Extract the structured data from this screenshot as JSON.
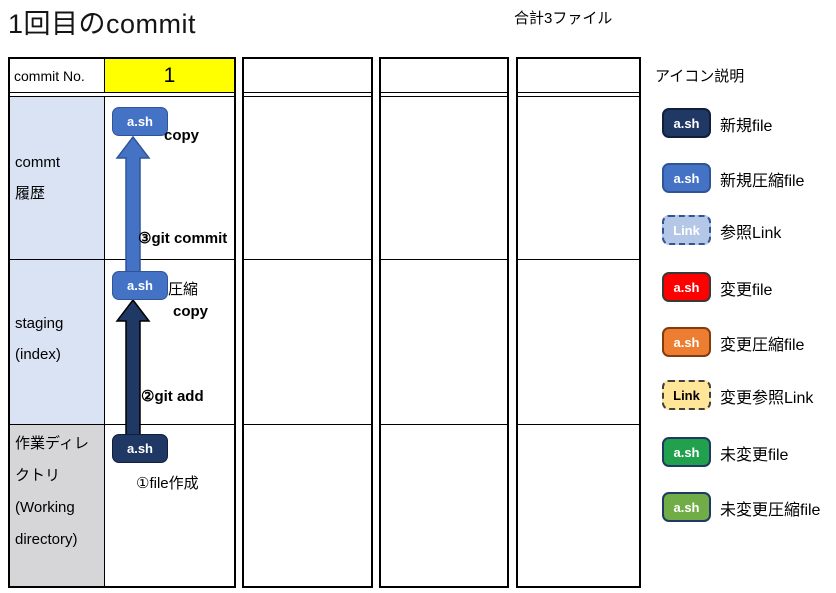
{
  "title": "1回目のcommit",
  "total_label": "合計3ファイル",
  "grid": {
    "header_label": "commit No.",
    "commit_number": "1",
    "row_labels": [
      {
        "lines": [
          "commt",
          "履歴"
        ]
      },
      {
        "lines": [
          "staging",
          "(index)"
        ]
      },
      {
        "lines": [
          "作業ディレ",
          "クトリ",
          "(Working",
          "directory)"
        ]
      }
    ],
    "empty_column_count": 3
  },
  "diagram": {
    "icons": {
      "commit": {
        "text": "a.sh",
        "fill": "#4472c4",
        "text_color": "#ffffff",
        "border": "1.5px solid #2f5597"
      },
      "staging": {
        "text": "a.sh",
        "fill": "#4472c4",
        "text_color": "#ffffff",
        "border": "1.5px solid #2f5597"
      },
      "working": {
        "text": "a.sh",
        "fill": "#1f3864",
        "text_color": "#ffffff",
        "border": "1.5px solid #101f3c"
      }
    },
    "annotations": {
      "copy_to_commit": "copy",
      "git_commit": "③git commit",
      "compress": "圧縮",
      "copy_to_staging": "copy",
      "git_add": "②git add",
      "file_create": "①file作成"
    },
    "arrows": {
      "git_add_color": "#1f3864",
      "git_commit_color": "#4472c4"
    }
  },
  "legend": {
    "title": "アイコン説明",
    "items": [
      {
        "icon_text": "a.sh",
        "label": "新規file",
        "fill": "#1f3864",
        "text_color": "#ffffff",
        "border": "2px solid #101f3c"
      },
      {
        "icon_text": "a.sh",
        "label": "新規圧縮file",
        "fill": "#4472c4",
        "text_color": "#ffffff",
        "border": "2px solid #2f5597"
      },
      {
        "icon_text": "Link",
        "label": "参照Link",
        "fill": "#b4c7e7",
        "text_color": "#ffffff",
        "border": "2px dashed #2f5597"
      },
      {
        "icon_text": "a.sh",
        "label": "変更file",
        "fill": "#ff0000",
        "text_color": "#ffffff",
        "border": "2px solid #3b3838"
      },
      {
        "icon_text": "a.sh",
        "label": "変更圧縮file",
        "fill": "#ed7d31",
        "text_color": "#ffffff",
        "border": "2px solid #843c0c"
      },
      {
        "icon_text": "Link",
        "label": "変更参照Link",
        "fill": "#ffe699",
        "text_color": "#000000",
        "border": "2px dashed #404040"
      },
      {
        "icon_text": "a.sh",
        "label": "未変更file",
        "fill": "#21a14d",
        "text_color": "#ffffff",
        "border": "2px solid #1f3864"
      },
      {
        "icon_text": "a.sh",
        "label": "未変更圧縮file",
        "fill": "#70ad47",
        "text_color": "#ffffff",
        "border": "2px solid #1f3864"
      }
    ]
  },
  "colors": {
    "highlight_yellow": "#ffff00",
    "row_label_blue": "#dae3f3",
    "row_label_gray": "#d6d6d9",
    "grid_line": "#000000"
  }
}
